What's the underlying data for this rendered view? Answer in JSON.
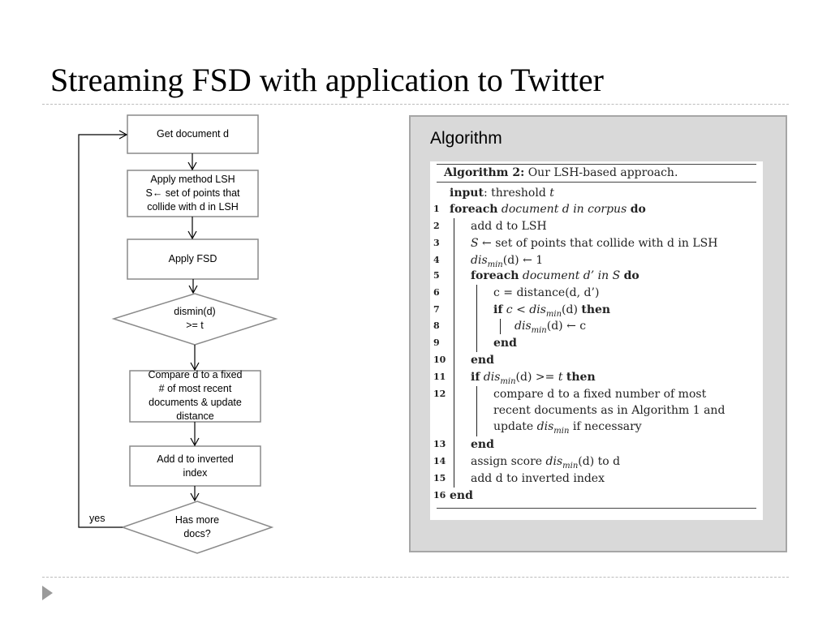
{
  "slide": {
    "title": "Streaming FSD with application to Twitter"
  },
  "flowchart": {
    "nodes": [
      {
        "id": "get",
        "shape": "rect",
        "text": "Get document d"
      },
      {
        "id": "lsh",
        "shape": "rect",
        "text": "Apply method LSH\nS← set of points that\ncollide with d in LSH"
      },
      {
        "id": "fsd",
        "shape": "rect",
        "text": "Apply FSD"
      },
      {
        "id": "dismin",
        "shape": "diamond",
        "text": "dismin(d)\n>= t"
      },
      {
        "id": "compare",
        "shape": "rect",
        "text": "Compare d to a fixed\n# of most recent\ndocuments & update\ndistance"
      },
      {
        "id": "index",
        "shape": "rect",
        "text": "Add d to inverted\nindex"
      },
      {
        "id": "more",
        "shape": "diamond",
        "text": "Has more\ndocs?"
      }
    ],
    "loop_label": "yes"
  },
  "algorithm": {
    "heading": "Algorithm",
    "caption_label": "Algorithm 2:",
    "caption_text": "Our LSH-based approach.",
    "line_numbers": [
      "1",
      "2",
      "3",
      "4",
      "5",
      "6",
      "7",
      "8",
      "9",
      "10",
      "11",
      "12",
      "13",
      "14",
      "15",
      "16"
    ],
    "input_kw": "input",
    "input_text": ": threshold ",
    "t": "t",
    "kw_foreach": "foreach",
    "kw_do": "do",
    "kw_if": "if",
    "kw_then": "then",
    "kw_end": "end",
    "l1_text": "document d in corpus",
    "l2_text": "add d to LSH",
    "l3_S": "S",
    "l3_text": " ← set of points that collide with d in LSH",
    "dis": "dis",
    "min": "min",
    "d_arg": "(d)",
    "l4_text": " ← 1",
    "l5_text": "document d’ in ",
    "l5_S": "S",
    "l6_text": "c = distance(d, d’)",
    "l7_pre": "c < ",
    "l8_text": " ← c",
    "l11_text": " >= ",
    "l12_a": "compare d to a fixed number of most",
    "l12_b": "recent documents as in Algorithm 1 and",
    "l12_c_pre": "update ",
    "l12_c_post": " if necessary",
    "l14_pre": "assign score ",
    "l14_post": " to d",
    "l15_text": "add d to inverted index"
  }
}
